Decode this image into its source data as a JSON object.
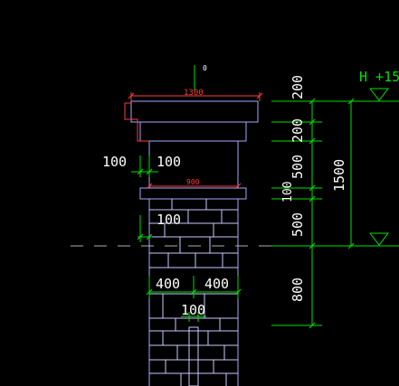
{
  "drawing": {
    "colors": {
      "background": "#000000",
      "outline": "#a6a6ff",
      "masonry": "#c8c8ff",
      "dimension": "#00e000",
      "dimension_text": "#ffffff",
      "red_dim": "#ff3c3c",
      "centerline": "#b0b0b0"
    },
    "top_marker": "0",
    "elevation_label": "H +15",
    "red_dims": {
      "cap_width": "1300",
      "shaft_width": "900"
    },
    "left_dims": {
      "gap_a": "100",
      "gap_b": "100",
      "offset": "100",
      "half_left": "400",
      "half_right": "400",
      "joint": "100"
    },
    "vertical_dims": [
      "200",
      "200",
      "500",
      "100",
      "500",
      "800"
    ],
    "total_height": "1500"
  }
}
